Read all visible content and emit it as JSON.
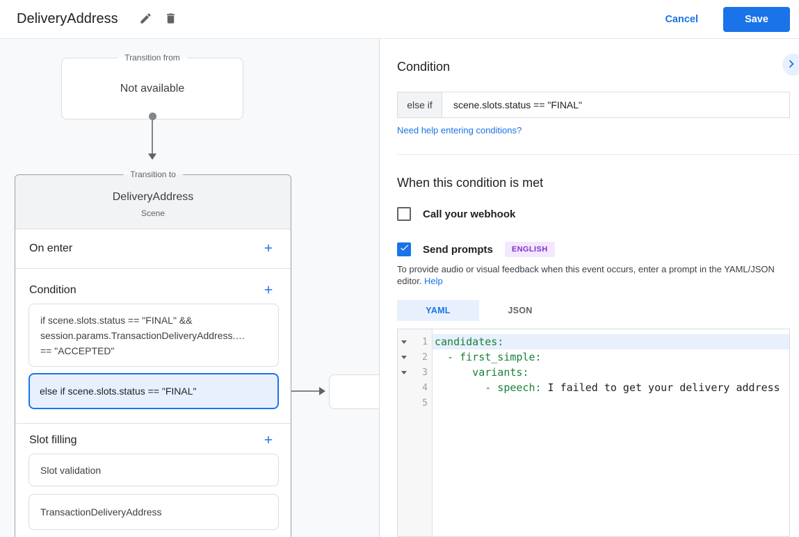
{
  "header": {
    "title": "DeliveryAddress",
    "cancel_label": "Cancel",
    "save_label": "Save"
  },
  "diagram": {
    "transition_from": {
      "legend": "Transition from",
      "content": "Not available"
    },
    "transition_to": {
      "legend": "Transition to",
      "title": "DeliveryAddress",
      "subtitle": "Scene",
      "on_enter_label": "On enter",
      "condition_label": "Condition",
      "conditions": [
        {
          "line1": "if scene.slots.status == \"FINAL\" &&",
          "line2": "session.params.TransactionDeliveryAddress.…",
          "line3": "== \"ACCEPTED\"",
          "selected": false
        },
        {
          "text": "else if scene.slots.status == \"FINAL\"",
          "selected": true
        }
      ],
      "slot_filling_label": "Slot filling",
      "slots": [
        "Slot validation",
        "TransactionDeliveryAddress"
      ]
    }
  },
  "panel": {
    "condition_heading": "Condition",
    "condition_prefix": "else if",
    "condition_value": "scene.slots.status == \"FINAL\"",
    "help_link": "Need help entering conditions?",
    "when_heading": "When this condition is met",
    "webhook_label": "Call your webhook",
    "webhook_checked": false,
    "prompts_label": "Send prompts",
    "prompts_checked": true,
    "language_badge": "ENGLISH",
    "description": "To provide audio or visual feedback when this event occurs, enter a prompt in the YAML/JSON editor.",
    "help_label": "Help",
    "tabs": {
      "yaml": "YAML",
      "json": "JSON"
    },
    "editor": {
      "lines": [
        {
          "num": "1",
          "key": "candidates:",
          "value": ""
        },
        {
          "num": "2",
          "key": "  - first_simple:",
          "value": ""
        },
        {
          "num": "3",
          "key": "      variants:",
          "value": ""
        },
        {
          "num": "4",
          "key": "        - speech:",
          "value": " I failed to get your delivery address"
        },
        {
          "num": "5",
          "key": "",
          "value": ""
        }
      ]
    }
  },
  "colors": {
    "accent": "#1a73e8",
    "accent_light": "#e8f0fe",
    "yaml_key_green": "#188038",
    "badge_bg": "#f3e8fd",
    "badge_text": "#8430ce",
    "panel_bg": "#f8f9fa",
    "card_header_bg": "#f1f3f4",
    "border": "#dadce0"
  }
}
